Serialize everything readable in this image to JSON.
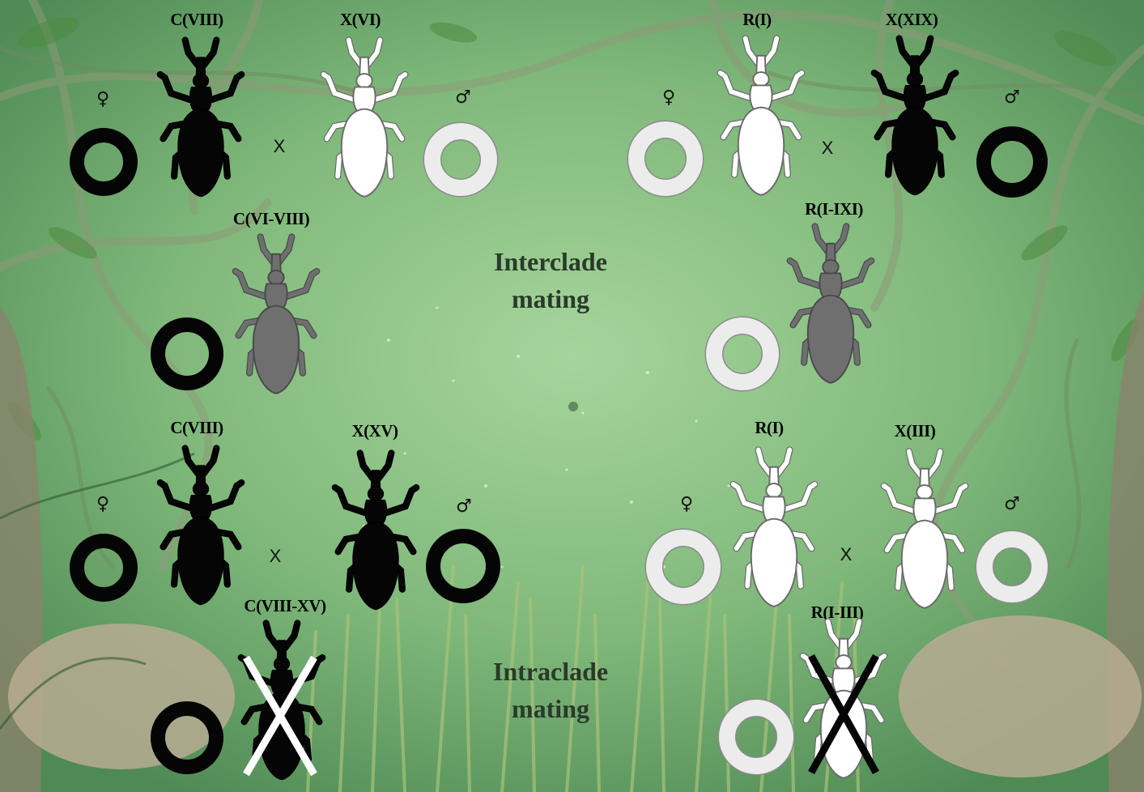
{
  "colors": {
    "dark_clade": "#050505",
    "light_clade": "#ffffff",
    "hybrid": "#6f6f6f",
    "background": "#7fb87a"
  },
  "sections": {
    "interclade": {
      "title_line1": "Interclade",
      "title_line2": "mating"
    },
    "intraclade": {
      "title_line1": "Intraclade",
      "title_line2": "mating"
    }
  },
  "symbols": {
    "female": "♀",
    "male": "♂",
    "cross": "X"
  },
  "groups": {
    "top_left": {
      "female_beetle": {
        "label": "C(VIII)",
        "color": "dark"
      },
      "male_beetle": {
        "label": "X(VI)",
        "color": "light"
      },
      "offspring": {
        "label": "C(VI-VIII)",
        "color": "hybrid",
        "crossed_out": false
      }
    },
    "top_right": {
      "female_beetle": {
        "label": "R(I)",
        "color": "light"
      },
      "male_beetle": {
        "label": "X(XIX)",
        "color": "dark"
      },
      "offspring": {
        "label": "R(I-IXI)",
        "color": "hybrid",
        "crossed_out": false
      }
    },
    "bottom_left": {
      "female_beetle": {
        "label": "C(VIII)",
        "color": "dark"
      },
      "male_beetle": {
        "label": "X(XV)",
        "color": "dark"
      },
      "offspring": {
        "label": "C(VIII-XV)",
        "color": "dark",
        "crossed_out": true
      }
    },
    "bottom_right": {
      "female_beetle": {
        "label": "R(I)",
        "color": "light"
      },
      "male_beetle": {
        "label": "X(III)",
        "color": "light"
      },
      "offspring": {
        "label": "R(I-III)",
        "color": "light",
        "crossed_out": true
      }
    }
  }
}
